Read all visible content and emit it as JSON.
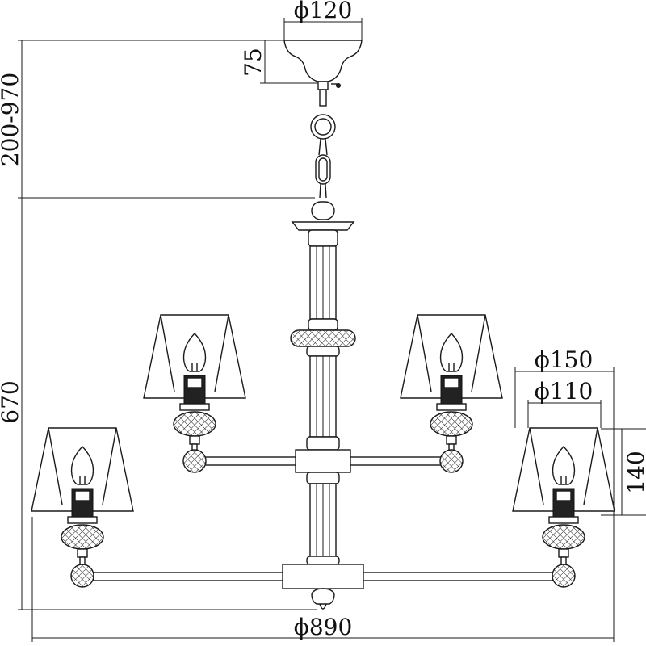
{
  "dimensions": {
    "canopy_diameter": "ϕ120",
    "canopy_height": "75",
    "drop_range": "200-970",
    "body_height": "670",
    "shade_outer_diameter": "ϕ150",
    "shade_inner_diameter": "ϕ110",
    "shade_height": "140",
    "overall_diameter": "ϕ890"
  }
}
